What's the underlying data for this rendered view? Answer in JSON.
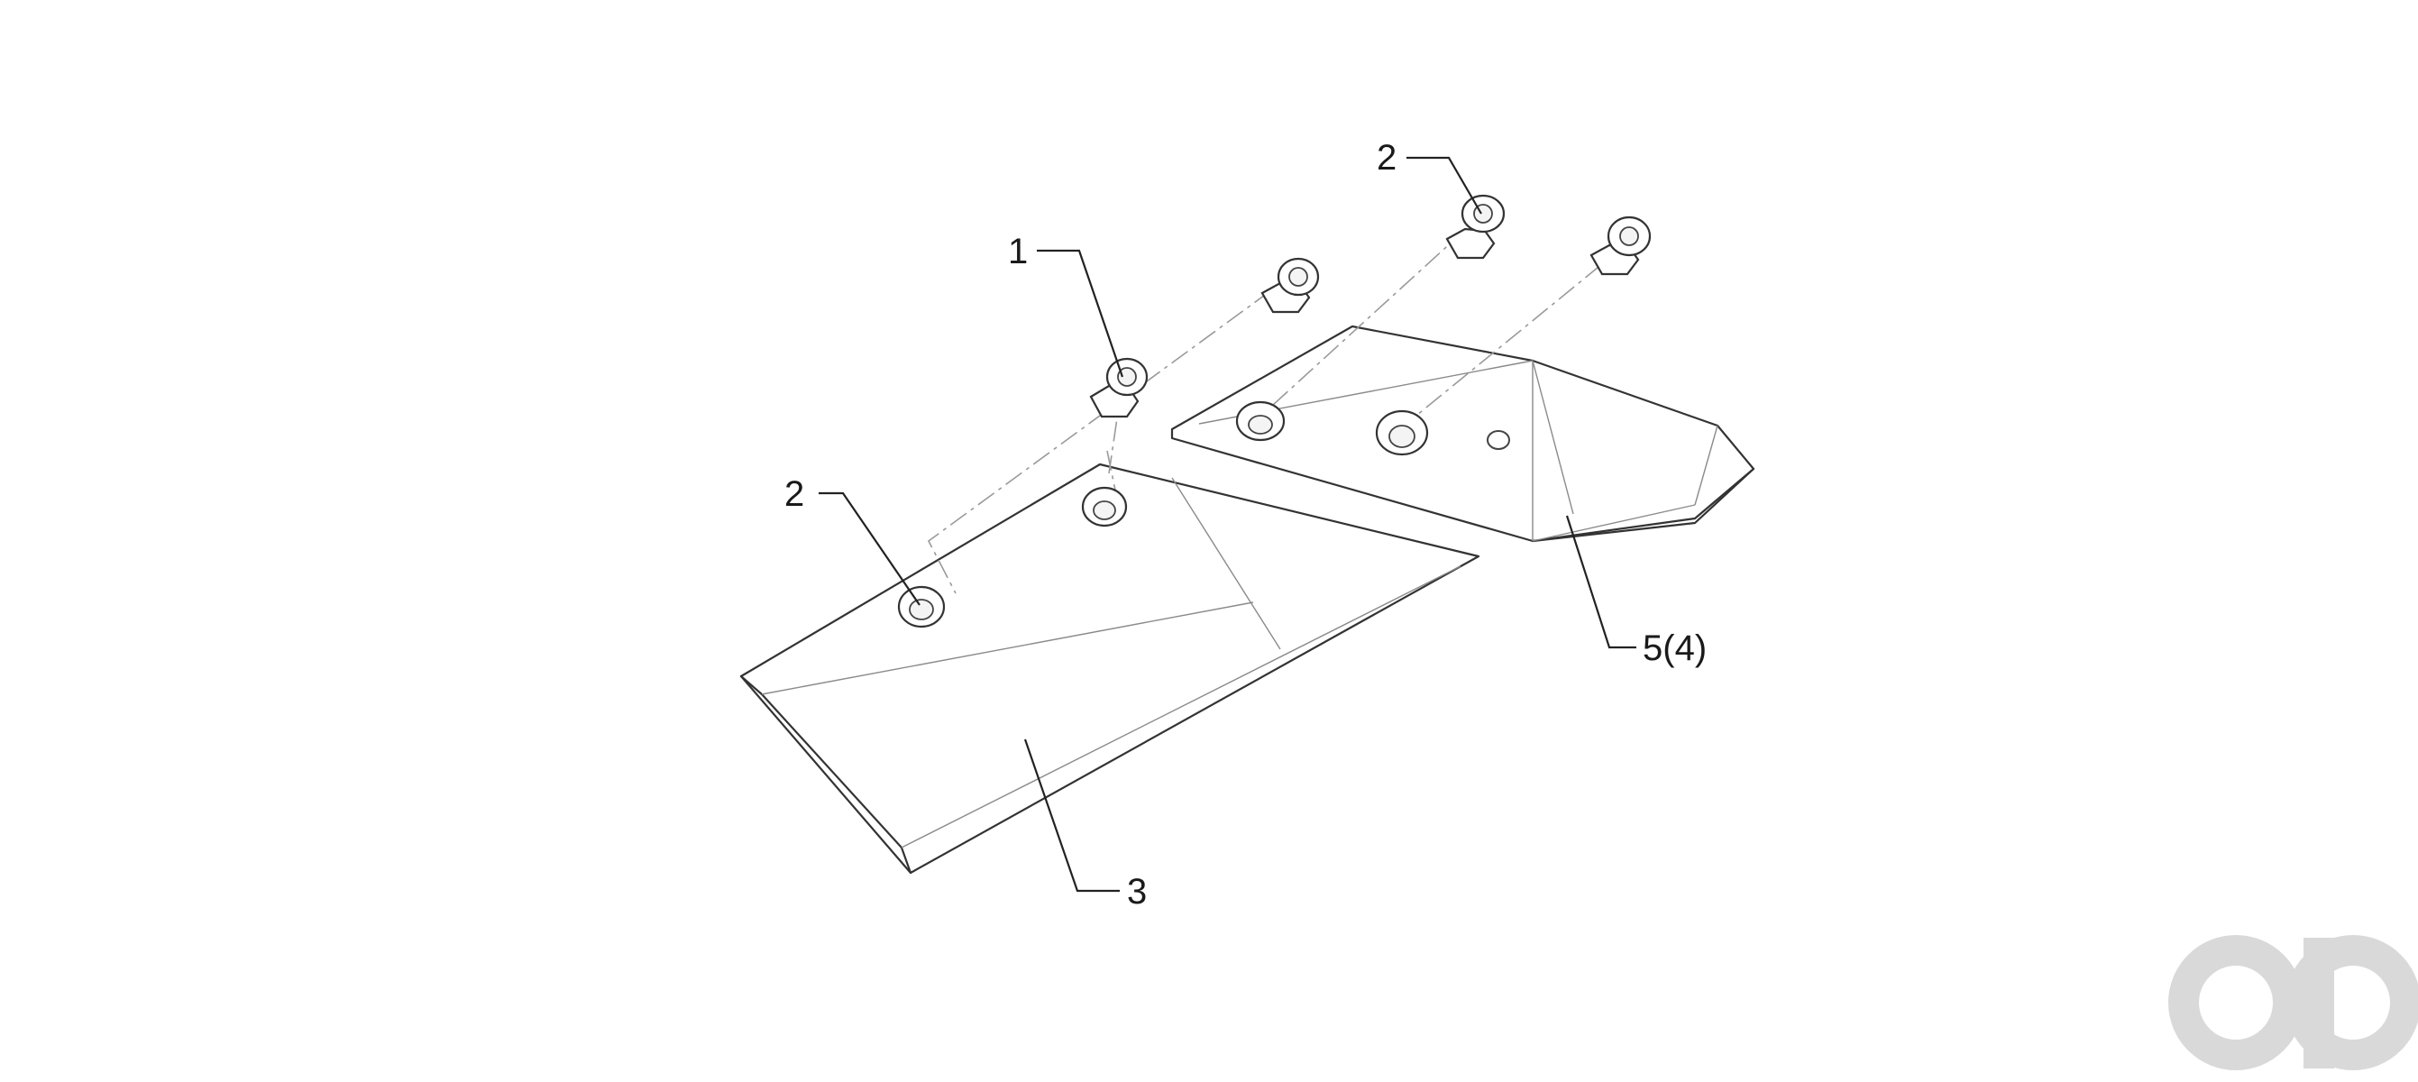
{
  "callouts": {
    "bolt_label": "1",
    "nut_label_right": "2",
    "nut_label_left": "2",
    "blade_label": "3",
    "tip_label": "5(4)"
  },
  "watermark": {
    "text": "ao",
    "color": "#d9d9d9"
  },
  "colors": {
    "line": "#333333",
    "background": "#ffffff"
  }
}
